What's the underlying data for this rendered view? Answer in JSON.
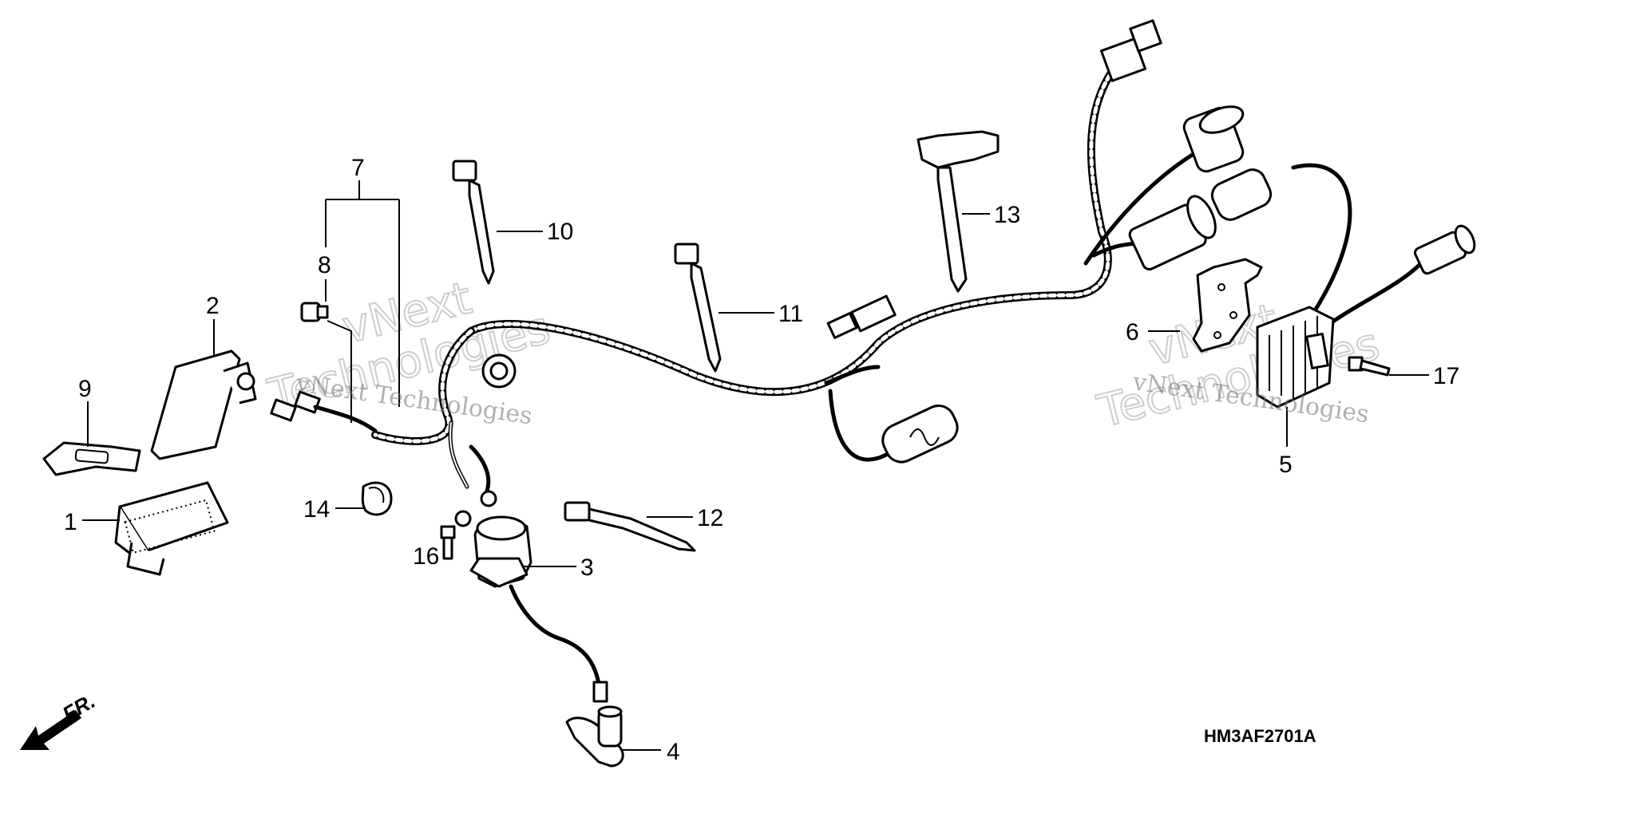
{
  "diagram": {
    "code": "HM3AF2701A",
    "front_label": "FR.",
    "watermark_small": "vNext Technologies",
    "watermark_large_1": "vNext",
    "watermark_large_2": "Technologies",
    "callouts": [
      {
        "id": "1",
        "label": "1"
      },
      {
        "id": "2",
        "label": "2"
      },
      {
        "id": "3",
        "label": "3"
      },
      {
        "id": "4",
        "label": "4"
      },
      {
        "id": "5",
        "label": "5"
      },
      {
        "id": "6",
        "label": "6"
      },
      {
        "id": "7",
        "label": "7"
      },
      {
        "id": "8",
        "label": "8"
      },
      {
        "id": "9",
        "label": "9"
      },
      {
        "id": "10",
        "label": "10"
      },
      {
        "id": "11",
        "label": "11"
      },
      {
        "id": "12",
        "label": "12"
      },
      {
        "id": "13",
        "label": "13"
      },
      {
        "id": "14",
        "label": "14"
      },
      {
        "id": "16",
        "label": "16"
      },
      {
        "id": "17",
        "label": "17"
      }
    ]
  }
}
